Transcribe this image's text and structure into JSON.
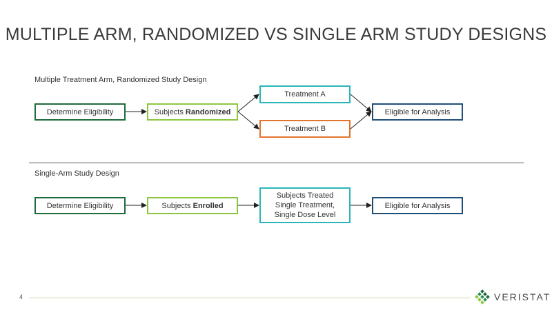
{
  "title": "MULTIPLE ARM, RANDOMIZED VS SINGLE ARM STUDY DESIGNS",
  "section1": {
    "label": "Multiple Treatment Arm, Randomized Study Design",
    "eligibility": "Determine Eligibility",
    "subjects_prefix": "Subjects ",
    "subjects_bold": "Randomized",
    "treatment_a": "Treatment A",
    "treatment_b": "Treatment B",
    "analysis": "Eligible for Analysis"
  },
  "section2": {
    "label": "Single-Arm Study Design",
    "eligibility": "Determine Eligibility",
    "subjects_prefix": "Subjects ",
    "subjects_bold": "Enrolled",
    "treated_line1": "Subjects Treated",
    "treated_line2": "Single Treatment,",
    "treated_line3": "Single Dose Level",
    "analysis": "Eligible for Analysis"
  },
  "footer": {
    "page_number": "4",
    "logo_text": "VERISTAT"
  },
  "colors": {
    "dark_green": "#1e6b3c",
    "light_green": "#8cc63f",
    "teal": "#2bb5b8",
    "orange": "#e2742e",
    "navy": "#1f4e79"
  }
}
